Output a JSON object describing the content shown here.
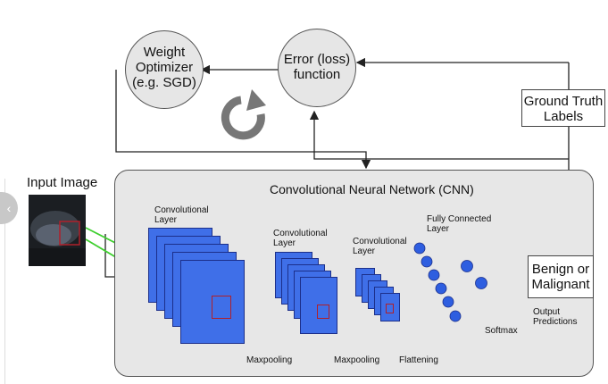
{
  "title": "Convolutional Neural Network (CNN)",
  "weight_optimizer": {
    "line1": "Weight",
    "line2": "Optimizer",
    "line3": "(e.g. SGD)"
  },
  "error_function": {
    "line1": "Error (loss)",
    "line2": "function"
  },
  "ground_truth": {
    "line1": "Ground Truth",
    "line2": "Labels"
  },
  "input_image": "Input Image",
  "conv1": {
    "line1": "Convolutional",
    "line2": "Layer"
  },
  "conv2": {
    "line1": "Convolutional",
    "line2": "Layer"
  },
  "conv3": {
    "line1": "Convolutional",
    "line2": "Layer"
  },
  "fc": {
    "line1": "Fully Connected",
    "line2": "Layer"
  },
  "maxpool1": "Maxpooling",
  "maxpool2": "Maxpooling",
  "flattening": "Flattening",
  "softmax": "Softmax",
  "output": {
    "line1": "Benign or",
    "line2": "Malignant"
  },
  "output_predictions": {
    "line1": "Output",
    "line2": "Predictions"
  },
  "nav_prev": "‹",
  "colors": {
    "feature_map": "#3f6fe8",
    "neuron": "#2e5ee0",
    "connector": "#3fcf2f",
    "roi": "#b0202a",
    "panel": "#e7e7e7"
  }
}
